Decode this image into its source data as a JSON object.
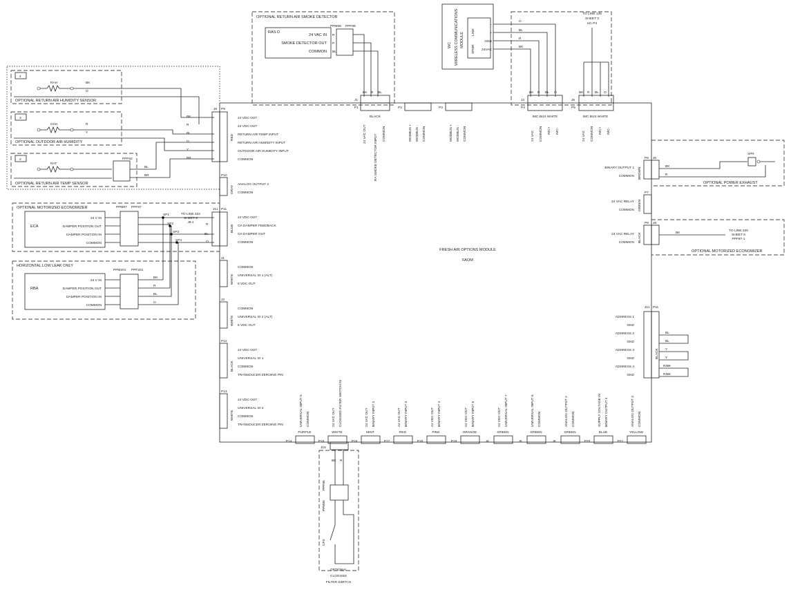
{
  "module": {
    "name": "FRESH AIR OPTIONS MODULE",
    "abbr": "FAOM"
  },
  "optional_groups": {
    "smoke": "OPTIONAL RETURN AIR SMOKE DETECTOR",
    "rah": "OPTIONAL RETURN AIR HUMIDITY SENSOR",
    "oah": "OPTIONAL OUTDOOR AIR HUMIDITY",
    "rat": "OPTIONAL RETURN AIR TEMP SENSOR",
    "econ": "OPTIONAL MOTORIZED ECONOMIZER",
    "llo": "HORIZONTAL LOW LEAK ONLY",
    "exhaust": "OPTIONAL POWER EXHAUST",
    "econ_right": "OPTIONAL MOTORIZED ECONOMIZER"
  },
  "smoke_detector": {
    "tag": "RAS D",
    "plugs": [
      "PPM88",
      "PPF88"
    ],
    "pins": [
      "24 VAC IN",
      "SMOKE DETECTOR OUT",
      "COMMON"
    ],
    "pin_wires": [
      "R",
      "P",
      "BL"
    ]
  },
  "wc": {
    "tag": "WC",
    "name": [
      "WIRELESS COMMUNICATIONS",
      "MODULE"
    ],
    "inner": [
      "XFMR",
      "LINK"
    ],
    "pins": [
      "-",
      "+",
      "GND",
      "24VAC"
    ],
    "wires": [
      "O",
      "BL",
      "R",
      "BK"
    ]
  },
  "to_line_135": [
    "TO LINE 135",
    "SHEET 3",
    "UC-P4"
  ],
  "sensors": [
    {
      "num": "4",
      "tag": "RAH",
      "wires": [
        "BK",
        "O"
      ]
    },
    {
      "num": "3",
      "tag": "OAH",
      "wires": [
        "R",
        "Y"
      ]
    },
    {
      "num": "2",
      "tag": "RAT",
      "wires": [
        "BL",
        "BR"
      ],
      "plug": "PPF62"
    }
  ],
  "j9": {
    "conn": "J9",
    "plug": "P9",
    "color": "RED",
    "wires": [
      "BK",
      "R",
      "BL",
      "O",
      "Y",
      "BR"
    ],
    "labels": [
      "24 VDC OUT",
      "24 VDC OUT",
      "RETURN AIR TEMP INPUT",
      "RETURN AIR HUMIDITY INPUT",
      "OUTDOOR AIR HUMIDITY INPUT",
      "COMMON"
    ]
  },
  "p10": {
    "conn": "P10",
    "color": "GRAY",
    "labels": [
      "ANALOG OUTPUT 4",
      "COMMON"
    ]
  },
  "j11_left": {
    "conn": "J11",
    "plug": "P11",
    "color": "BLUE",
    "wires": [
      "R",
      "BL",
      "O"
    ],
    "labels": [
      "24 VDC OUT",
      "OA DAMPER FEEDBACK",
      "OA DAMPER OUT",
      "COMMON"
    ]
  },
  "j1_left": {
    "conn": "J1",
    "color": "WHITE",
    "labels": [
      "COMMON",
      "UNIVERSAL IO 1 (ALT)",
      "5 VDC OUT"
    ]
  },
  "j2_left": {
    "conn": "J2",
    "color": "WHITE",
    "labels": [
      "COMMON",
      "UNIVERSAL IO 2 (ALT)",
      "5 VDC OUT"
    ]
  },
  "p12": {
    "conn": "P12",
    "color": "BLACK",
    "labels": [
      "24 VDC OUT",
      "UNIVERSAL IO 1",
      "COMMON",
      "TRANSDUCER ZEROING PIN"
    ]
  },
  "p13": {
    "conn": "P13",
    "color": "WHITE",
    "labels": [
      "24 VDC OUT",
      "UNIVERSAL IO 2",
      "COMMON",
      "TRANSDUCER ZEROING PIN"
    ]
  },
  "eca": {
    "tag": "ECA",
    "plugs": [
      "PPM87",
      "PPF87"
    ],
    "pins": [
      "24 V IN",
      "DAMPER POSITION OUT",
      "DAMPER POSITION IN",
      "COMMON"
    ],
    "splices": [
      "SP1",
      "SP2",
      "SP3",
      "SP4"
    ],
    "to_line": [
      "TO LINE 322",
      "SHEET 6",
      "J8-1"
    ]
  },
  "rba": {
    "tag": "RBA",
    "plugs": [
      "PPM201",
      "PPF201"
    ],
    "pins": [
      "24 V IN",
      "DAMPER POSITION OUT",
      "DAMPER POSITION IN",
      "COMMON"
    ],
    "wires": [
      "BK",
      "R",
      "BL",
      "O"
    ]
  },
  "top_connectors": [
    {
      "conn": "J1",
      "plug": "P1",
      "color": "BLACK",
      "wires": [
        "BK",
        "R",
        "BL"
      ],
      "labels": [
        "24 VAC OUT",
        "RA SMOKE DETECTOR INPUT",
        "COMMON"
      ]
    },
    {
      "conn": "P2",
      "labels": [
        "MODBUS +",
        "MODBUS -",
        "COMMON"
      ]
    },
    {
      "conn": "P3",
      "labels": [
        "MODBUS +",
        "MODBUS -",
        "COMMON"
      ]
    },
    {
      "conn": "J4",
      "plug": "P4",
      "color": "IMC BUS WHITE",
      "wires": [
        "BK",
        "R",
        "BL",
        "O"
      ],
      "labels": [
        "24 VAC",
        "COMMON",
        "IMC+",
        "IMC-"
      ]
    },
    {
      "conn": "J5",
      "plug": "P5",
      "color": "IMC BUS WHITE",
      "wires": [
        "BK",
        "R",
        "BL",
        "O"
      ],
      "labels": [
        "24 VAC",
        "COMMON",
        "IMC+",
        "IMC-"
      ]
    }
  ],
  "right_blocks": [
    {
      "conn": "P6",
      "plug": "J6",
      "color": "BROWN",
      "labels": [
        "BINARY OUTPUT 1",
        "COMMON"
      ],
      "wires": [
        "BK",
        "R"
      ],
      "device": "XFR"
    },
    {
      "conn": "P7",
      "color": "GREEN",
      "labels": [
        "24 VAC RELAY",
        "COMMON"
      ]
    },
    {
      "conn": "P8",
      "plug": "J8",
      "color": "BLACK",
      "labels": [
        "24 VAC RELAY",
        "COMMON"
      ],
      "wires": [
        "BK"
      ],
      "to_line": [
        "TO LINE 320",
        "SHEET 6",
        "PPF87-1"
      ]
    }
  ],
  "address": {
    "conn": "J11",
    "plug": "P11",
    "color": "BLACK",
    "labels": [
      "ADDRESS 1",
      "GND",
      "ADDRESS 2",
      "GND",
      "ADDRESS 3",
      "GND",
      "ADDRESS 4",
      "GND"
    ],
    "wires": [
      "BL",
      "BL",
      "Y",
      "Y",
      "R/BK",
      "R/BK"
    ]
  },
  "bottom_connectors": [
    {
      "conn": "P14",
      "color": "PURPLE",
      "labels": [
        "UNIVERSAL INPUT 5",
        "COMMON"
      ]
    },
    {
      "conn": "P15",
      "color": "WHITE",
      "labels": [
        "24 VAC OUT",
        "CLOGGED FILTER SWITCH IN"
      ]
    },
    {
      "conn": "P16",
      "color": "MINT",
      "labels": [
        "24 VAC OUT",
        "BINARY INPUT 2"
      ]
    },
    {
      "conn": "P17",
      "color": "RED",
      "labels": [
        "24 VAC OUT",
        "BINARY INPUT 3"
      ]
    },
    {
      "conn": "P18",
      "color": "PINK",
      "labels": [
        "24 VDC OUT",
        "BINARY INPUT 4"
      ]
    },
    {
      "conn": "P19",
      "color": "ORANGE",
      "labels": [
        "24 VDC OUT",
        "BINARY INPUT 5"
      ]
    },
    {
      "conn": "J4",
      "color": "GREEN",
      "labels": [
        "24 VDC OUT",
        "UNIVERSAL INPUT 7"
      ]
    },
    {
      "conn": "J5",
      "color": "GREEN",
      "labels": [
        "UNIVERSAL INPUT 6",
        "COMMON"
      ]
    },
    {
      "conn": "J6",
      "color": "GREEN",
      "labels": [
        "ANALOG OUTPUT 2",
        "COMMON"
      ]
    },
    {
      "conn": "P20",
      "color": "BLUE",
      "labels": [
        "SUPPLY VOLTAGE IN",
        "BINARY OUTPUT 4"
      ]
    },
    {
      "conn": "P21",
      "color": "YELLOW",
      "labels": [
        "ANALOG OUTPUT 3",
        "COMMON"
      ]
    }
  ],
  "filter_switch": {
    "conn": "J15",
    "plugs": [
      "PPM86",
      "PPF86"
    ],
    "wires": [
      "BK",
      "R"
    ],
    "tag": "CFS",
    "caption": [
      "OPTIONAL",
      "CLOGGED",
      "FILTER SWITCH"
    ]
  }
}
